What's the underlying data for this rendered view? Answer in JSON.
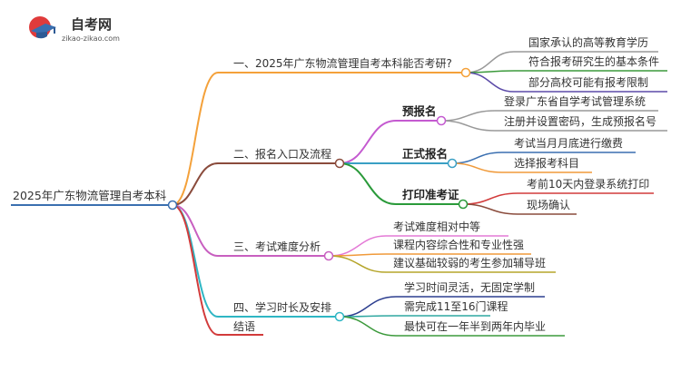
{
  "logo": {
    "name": "自考网",
    "domain": "zikao-zikao.com"
  },
  "root": "2025年广东物流管理自考本科",
  "branches": [
    {
      "label": "一、2025年广东物流管理自考本科能否考研?",
      "children": [
        "国家承认的高等教育学历",
        "符合报考研究生的基本条件",
        "部分高校可能有报考限制"
      ]
    },
    {
      "label": "二、报名入口及流程",
      "groups": [
        {
          "label": "预报名",
          "children": [
            "登录广东省自学考试管理系统",
            "注册并设置密码，生成预报名号"
          ]
        },
        {
          "label": "正式报名",
          "children": [
            "考试当月月底进行缴费",
            "选择报考科目"
          ]
        },
        {
          "label": "打印准考证",
          "children": [
            "考前10天内登录系统打印",
            "现场确认"
          ]
        }
      ]
    },
    {
      "label": "三、考试难度分析",
      "children": [
        "考试难度相对中等",
        "课程内容综合性和专业性强",
        "建议基础较弱的考生参加辅导班"
      ]
    },
    {
      "label": "四、学习时长及安排",
      "children": [
        "学习时间灵活，无固定学制",
        "需完成11至16门课程",
        "最快可在一年半到两年内毕业"
      ]
    },
    {
      "label": "结语",
      "children": []
    }
  ],
  "colors": {
    "root": "#3a6fb0",
    "b1": "#f4a13a",
    "b2": "#8a4b3c",
    "b3": "#c85fc0",
    "b4": "#2fb6c4",
    "b5": "#d23b3b",
    "pre": "#c45ad0",
    "formal": "#3a9fc4",
    "ticket": "#2a9a3a",
    "leaf_gray": "#999999",
    "leaf_green": "#3c9a3c",
    "leaf_purple": "#5b4aa8",
    "leaf_pink": "#e47ad6",
    "leaf_orange": "#f09a3a",
    "leaf_red": "#d23b3b",
    "leaf_olive": "#b5a52a",
    "leaf_navy": "#2c3e8f",
    "leaf_teal": "#2fa7a0"
  }
}
